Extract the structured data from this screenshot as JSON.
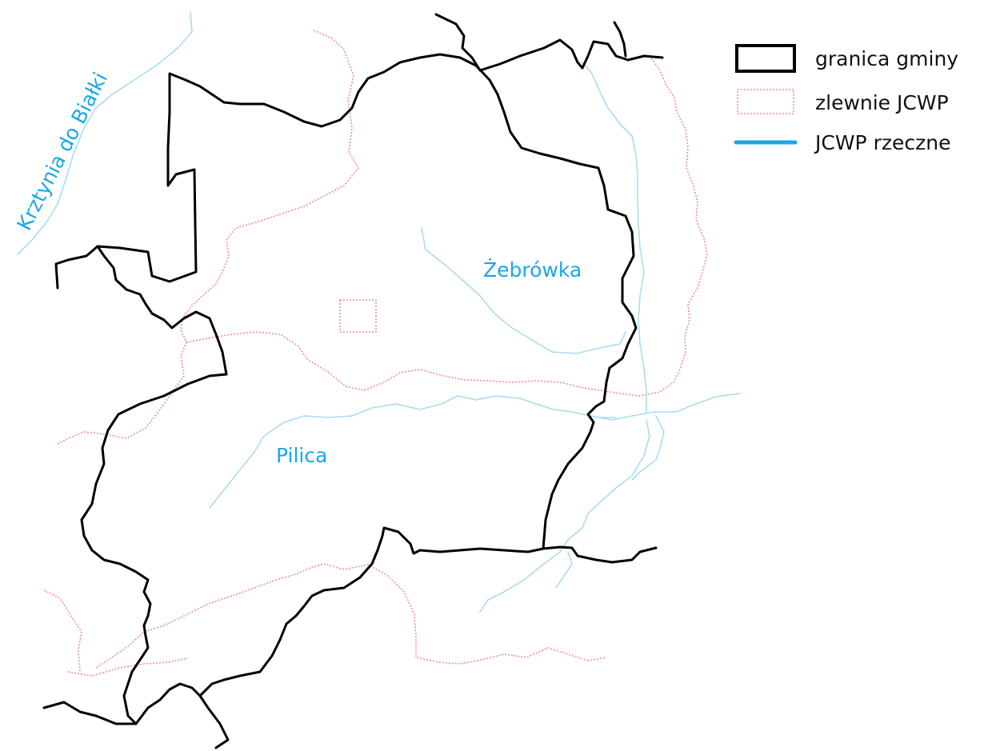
{
  "legend": {
    "boundary_label": "granica gminy",
    "catchment_label": "zlewnie JCWP",
    "river_label": "JCWP rzeczne"
  },
  "rivers": {
    "krzytnia": "Krztynia do Białki",
    "zebrowka": "Żebrówka",
    "pilica": "Pilica"
  },
  "colors": {
    "boundary": "#000000",
    "catchment": "#ef8d8d",
    "river": "#a9dcef",
    "river_legend": "#1aa7e6",
    "label": "#1aa7e6"
  }
}
